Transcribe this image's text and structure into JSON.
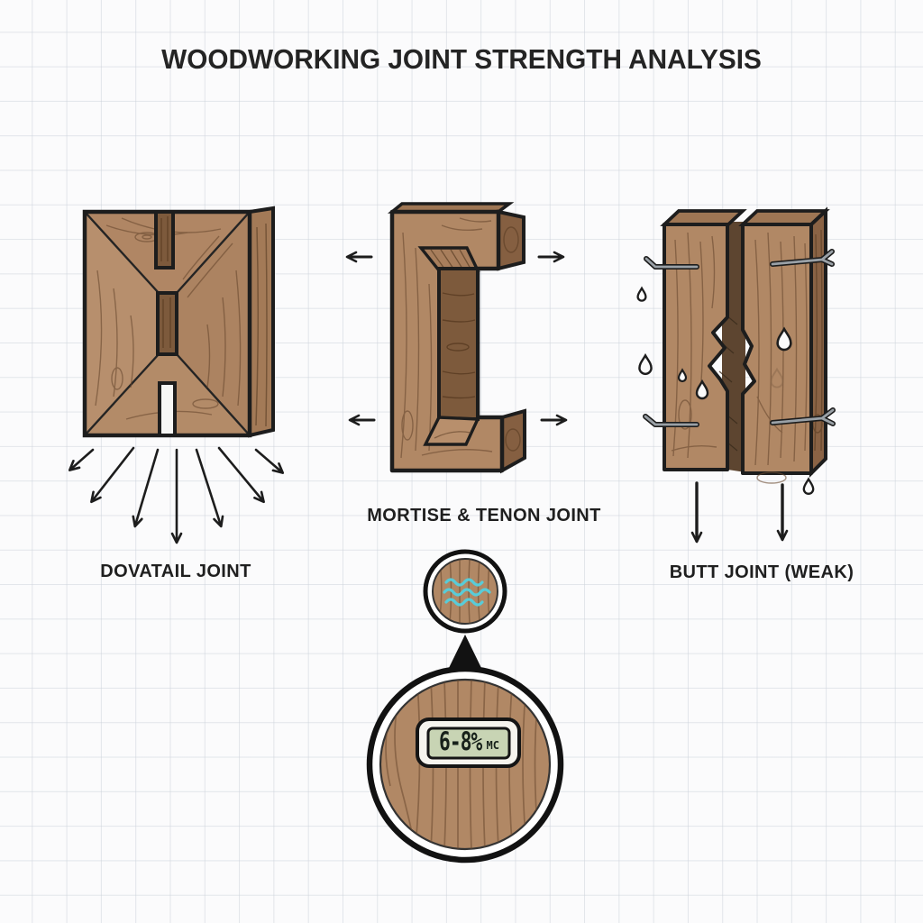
{
  "title": "WOODWORKING JOINT STRENGTH ANALYSIS",
  "joints": {
    "dovetail": {
      "label": "DOVATAIL JOINT"
    },
    "mortise_tenon": {
      "label": "MORTISE & TENON JOINT"
    },
    "butt": {
      "label": "BUTT JOINT (WEAK)"
    }
  },
  "moisture_detail": {
    "reading": "6-8%",
    "unit": "MC"
  },
  "icons": {
    "dovetail_arrows": "radiating-force-arrows-icon",
    "mortise_arrows": "outward-tension-arrows-icon",
    "butt_arrows": "downward-load-arrows-icon",
    "water_drop": "water-drop-icon",
    "moisture_waves": "water-waves-icon",
    "magnifier": "magnified-detail-circle-icon",
    "pointer": "up-pointer-triangle-icon",
    "nail": "nail-fastener-icon"
  },
  "colors": {
    "wood_base": "#b18865",
    "wood_light": "#b88f6c",
    "wood_recess": "#7d5a3c",
    "wood_side": "#8f684a",
    "wood_top": "#9e7654",
    "outline": "#1d1d1d",
    "grain": "#6a4a30",
    "water_wave": "#58ccd8",
    "lcd_screen": "#c8d4b4",
    "meter_body": "#f6f4ee",
    "grid_line": "#cdd3db",
    "background": "#fbfbfc"
  }
}
